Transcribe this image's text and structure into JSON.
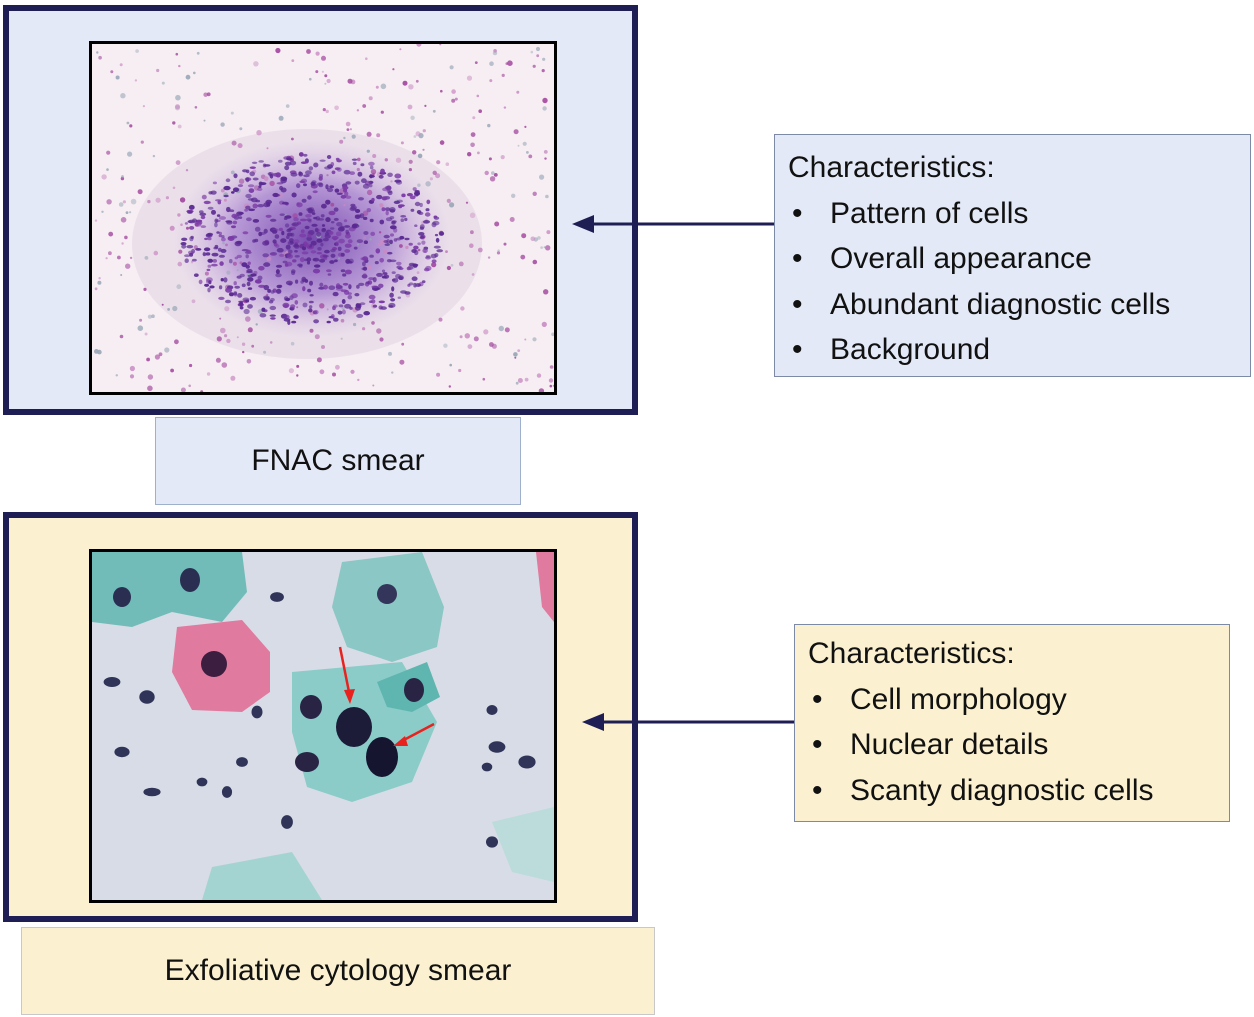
{
  "fnac": {
    "caption": "FNAC smear",
    "characteristics_title": "Characteristics:",
    "characteristics": [
      "Pattern of cells",
      "Overall appearance",
      "Abundant diagnostic cells",
      "Background"
    ]
  },
  "exfoliative": {
    "caption": "Exfoliative cytology smear",
    "characteristics_title": "Characteristics:",
    "characteristics": [
      "Cell morphology",
      "Nuclear details",
      "Scanty diagnostic cells"
    ]
  },
  "colors": {
    "frame_border": "#1e1e55",
    "fnac_panel": "#e3e9f7",
    "exfoliative_panel": "#fbf1d0",
    "arrow": "#1e1e55",
    "red_arrow": "#e8231f"
  }
}
